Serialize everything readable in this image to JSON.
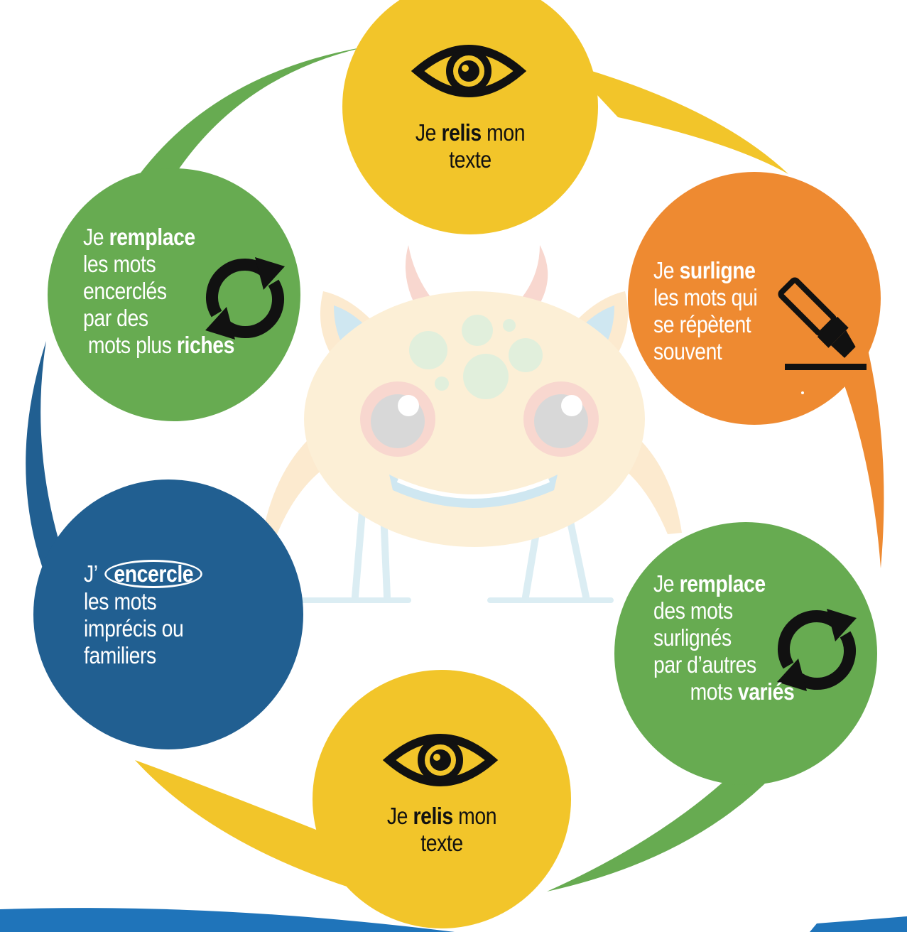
{
  "colors": {
    "yellow": "#F2C52A",
    "orange": "#EE8A31",
    "green": "#67AB51",
    "blue": "#215F91",
    "footer_blue": "#1F74BA",
    "monster_body": "#FBEBCA"
  },
  "steps": [
    {
      "id": "relis-top",
      "color": "yellow",
      "icon": "eye-icon",
      "lines": [
        {
          "pre": "Je ",
          "bold": "relis",
          "post": " mon"
        },
        {
          "pre": "texte",
          "bold": "",
          "post": ""
        }
      ]
    },
    {
      "id": "surligne",
      "color": "orange",
      "icon": "highlighter-icon",
      "lines": [
        {
          "pre": "Je ",
          "bold": "surligne",
          "post": ""
        },
        {
          "pre": "les mots qui",
          "bold": "",
          "post": ""
        },
        {
          "pre": "se répètent",
          "bold": "",
          "post": ""
        },
        {
          "pre": "souvent",
          "bold": "",
          "post": ""
        }
      ]
    },
    {
      "id": "remplace-varies",
      "color": "green",
      "icon": "refresh-icon",
      "lines": [
        {
          "pre": "Je ",
          "bold": "remplace",
          "post": ""
        },
        {
          "pre": "des mots",
          "bold": "",
          "post": ""
        },
        {
          "pre": "surlignés",
          "bold": "",
          "post": ""
        },
        {
          "pre": "par d’autres",
          "bold": "",
          "post": ""
        },
        {
          "pre": "mots ",
          "bold": "variés",
          "post": ""
        }
      ]
    },
    {
      "id": "relis-bottom",
      "color": "yellow",
      "icon": "eye-icon",
      "lines": [
        {
          "pre": "Je ",
          "bold": "relis",
          "post": " mon"
        },
        {
          "pre": "texte",
          "bold": "",
          "post": ""
        }
      ]
    },
    {
      "id": "encercle",
      "color": "blue",
      "icon": "",
      "lines": [
        {
          "pre": "J’ ",
          "bold": "encercle",
          "post": ""
        },
        {
          "pre": "les mots",
          "bold": "",
          "post": ""
        },
        {
          "pre": "imprécis ou",
          "bold": "",
          "post": ""
        },
        {
          "pre": "familiers",
          "bold": "",
          "post": ""
        }
      ]
    },
    {
      "id": "remplace-riches",
      "color": "green",
      "icon": "refresh-icon",
      "lines": [
        {
          "pre": "Je ",
          "bold": "remplace",
          "post": ""
        },
        {
          "pre": "les mots",
          "bold": "",
          "post": ""
        },
        {
          "pre": "encerclés",
          "bold": "",
          "post": ""
        },
        {
          "pre": "par des",
          "bold": "",
          "post": ""
        },
        {
          "pre": "mots plus ",
          "bold": "riches",
          "post": ""
        }
      ]
    }
  ]
}
